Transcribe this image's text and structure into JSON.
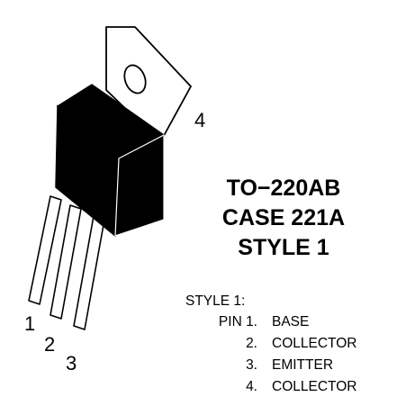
{
  "package": {
    "lines": [
      "TO−220AB",
      "CASE 221A",
      "STYLE 1"
    ]
  },
  "pin_numbers": [
    "1",
    "2",
    "3",
    "4"
  ],
  "style_table": {
    "heading": "STYLE 1:",
    "rows": [
      {
        "label": "PIN 1.",
        "name": "BASE"
      },
      {
        "label": "2.",
        "name": "COLLECTOR"
      },
      {
        "label": "3.",
        "name": "EMITTER"
      },
      {
        "label": "4.",
        "name": "COLLECTOR"
      }
    ]
  },
  "colors": {
    "body": "#000000",
    "outline": "#000000",
    "background": "#ffffff"
  }
}
